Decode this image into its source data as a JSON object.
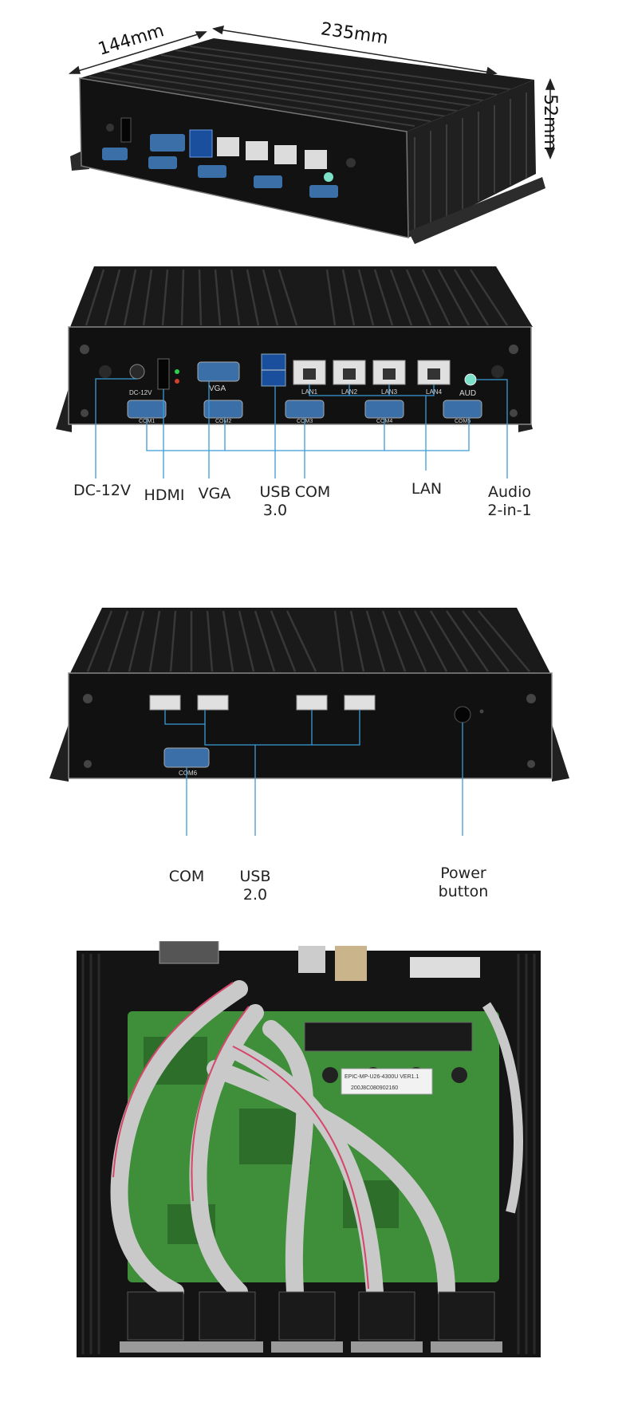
{
  "dimensions": {
    "depth": "144mm",
    "width": "235mm",
    "height": "52mm"
  },
  "front_ports": {
    "dc": "DC-12V",
    "vga": "VGA",
    "lan": [
      "LAN1",
      "LAN2",
      "LAN3",
      "LAN4"
    ],
    "aud": "AUD",
    "com": [
      "COM1",
      "COM2",
      "COM3",
      "COM4",
      "COM5"
    ]
  },
  "front_callouts": {
    "dc": "DC-12V",
    "hdmi": "HDMI",
    "vga": "VGA",
    "usb": "USB\n3.0",
    "com": "COM",
    "lan": "LAN",
    "audio": "Audio\n2-in-1"
  },
  "rear_ports": {
    "com6": "COM6"
  },
  "rear_callouts": {
    "com": "COM",
    "usb": "USB\n2.0",
    "power": "Power\nbutton"
  },
  "board_labels": {
    "sticker": "EPIC-MP-U26-4300U VER1.1",
    "serial": "200J8C080902160"
  },
  "colors": {
    "callout_line": "#3b9bd8",
    "chassis": "#141414",
    "fins": "#2a2a2a",
    "port_blue": "#3a6fa8",
    "pcb": "#3f8f3a",
    "ribbon": "#c9c9c9"
  }
}
